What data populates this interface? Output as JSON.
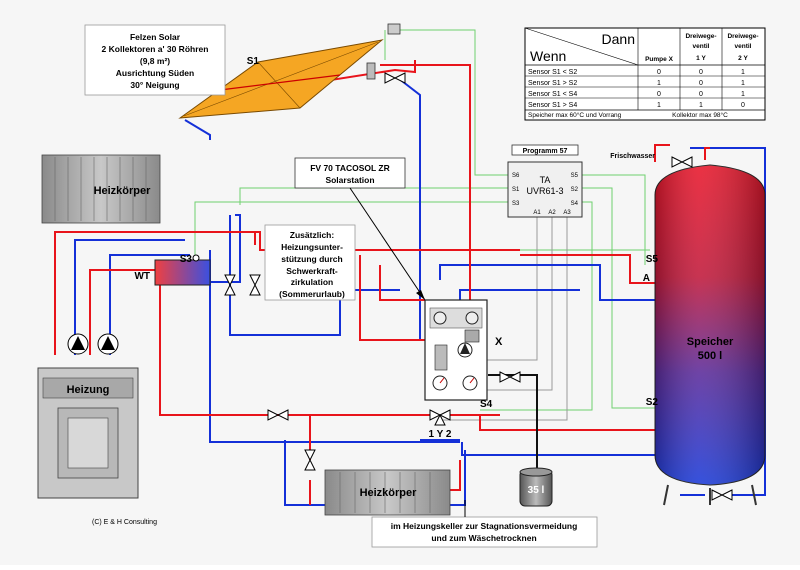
{
  "info_box": {
    "line1": "Felzen Solar",
    "line2": "2 Kollektoren a' 30 Röhren",
    "line3": "(9,8 m²)",
    "line4": "Ausrichtung Süden",
    "line5": "30° Neigung"
  },
  "logic_table": {
    "header_left": "Wenn",
    "header_right": "Dann",
    "col_pump": "Pumpe X",
    "col_valve1_a": "Dreiwege-",
    "col_valve1_b": "ventil",
    "col_valve1_c": "1 Y",
    "col_valve2_a": "Dreiwege-",
    "col_valve2_b": "ventil",
    "col_valve2_c": "2 Y",
    "rows": [
      {
        "cond": "Sensor S1 < S2",
        "pump": "0",
        "v1": "0",
        "v2": "1"
      },
      {
        "cond": "Sensor S1 > S2",
        "pump": "1",
        "v1": "0",
        "v2": "1"
      },
      {
        "cond": "Sensor S1 < S4",
        "pump": "0",
        "v1": "0",
        "v2": "1"
      },
      {
        "cond": "Sensor S1 > S4",
        "pump": "1",
        "v1": "1",
        "v2": "0"
      }
    ],
    "footer_left": "Speicher max 60°C und Vorrang",
    "footer_right": "Kollektor max 98°C"
  },
  "controller": {
    "program": "Programm  57",
    "name1": "TA",
    "name2": "UVR61-3",
    "ports_left": [
      "S6",
      "S1",
      "S3"
    ],
    "ports_right": [
      "S5",
      "S2",
      "S4"
    ],
    "ports_bottom": [
      "A1",
      "A2",
      "A3"
    ]
  },
  "labels": {
    "collector": "S1",
    "station_title1": "FV 70 TACOSOL ZR",
    "station_title2": "Solarstation",
    "radiator_top": "Heizkörper",
    "radiator_bottom": "Heizkörper",
    "heat_exchanger": "WT",
    "sensor_s3": "S3",
    "sensor_s5": "S5",
    "sensor_s2": "S2",
    "sensor_s4": "S4",
    "output_a": "A",
    "pump_x": "X",
    "valves": "1 Y 2",
    "boiler": "Heizung",
    "tank_title": "Speicher",
    "tank_volume": "500 l",
    "expansion": "35 l",
    "fresh_water": "Frischwasser",
    "copyright": "(C) E & H Consulting",
    "extra1": "Zusätzlich:",
    "extra2": "Heizungsunter-",
    "extra3": "stützung durch",
    "extra4": "Schwerkraft-",
    "extra5": "zirkulation",
    "extra6": "(Sommerurlaub)",
    "bottom_note1": "im Heizungskeller zur Stagnationsvermeidung",
    "bottom_note2": "und zum Wäschetrocknen"
  },
  "colors": {
    "hot": "#e8141b",
    "cold": "#1430d8",
    "sensor": "#6fd06f",
    "signal": "#999999",
    "collector": "#f5a623"
  }
}
